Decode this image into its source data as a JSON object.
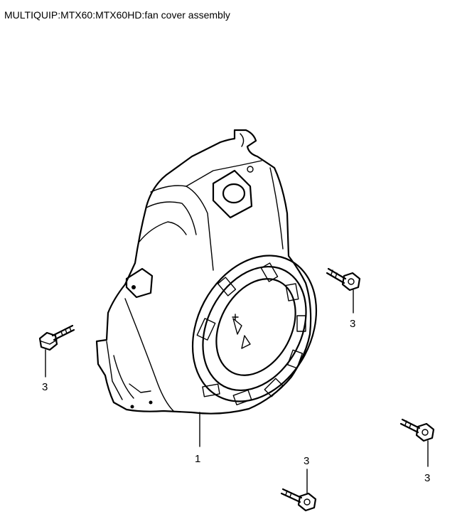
{
  "title": "MULTIQUIP:MTX60:MTX60HD:fan cover assembly",
  "callouts": {
    "fan_cover": "1",
    "bolt_left": "3",
    "bolt_upper_right": "3",
    "bolt_lower_right": "3",
    "bolt_bottom": "3"
  }
}
